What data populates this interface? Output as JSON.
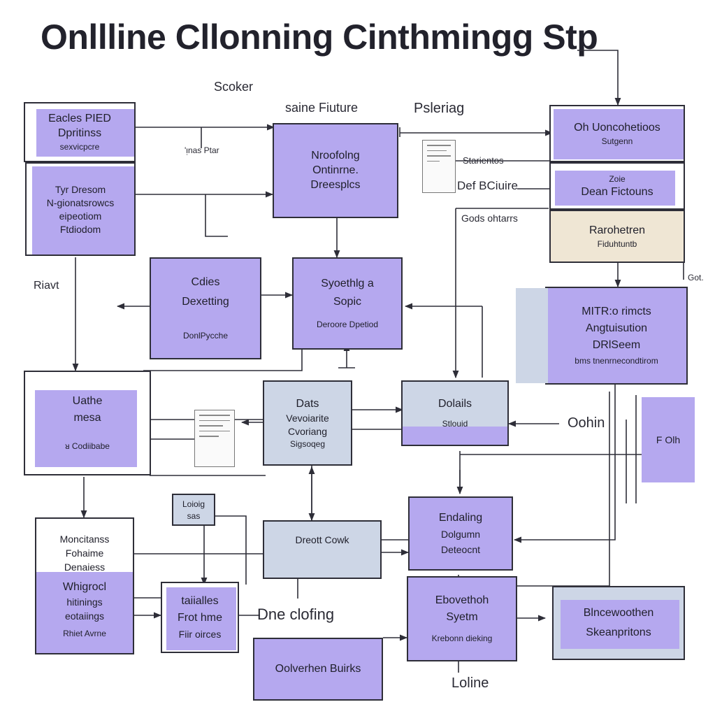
{
  "title": "Onllline Cllonning Cinthmingg Stp",
  "colors": {
    "lavender": "#b5a8ef",
    "lavender_dark": "#a898ec",
    "blue_grey": "#cdd6e6",
    "beige": "#efe6d4",
    "border": "#2e2e38"
  },
  "boxes": {
    "b1": [
      "Eacles PIED",
      "Dpritinss",
      "sexvicpcre"
    ],
    "b2": [
      "Tyr Dresom",
      "N-gionatsrowcs",
      "eipeotiom",
      "Ftdiodom"
    ],
    "b3": [
      "Nroofolng",
      "Ontinrne.",
      "Dreesplcs"
    ],
    "b4": [
      "Oh Uoncohetioos",
      "Sutgenn"
    ],
    "b5": [
      "Zoie",
      "Dean Fictouns"
    ],
    "b6": [
      "Rarohetren",
      "Fiduhtuntb"
    ],
    "b7": [
      "Cdies",
      "Dexetting",
      "DonlPycche"
    ],
    "b8": [
      "Syoethlg a",
      "Sopic",
      "Deroore Dpetiod"
    ],
    "b9": [
      "MITR:o rimcts",
      "Angtuisution",
      "DRlSeem",
      "bms tnenrnecondtirom"
    ],
    "b10": [
      "Uathe",
      "mesa",
      "ᴚ Codiibabe"
    ],
    "b11": [
      "Dats",
      "Vevoiarite",
      "Cvoriang",
      "Sigsoqeg"
    ],
    "b12": [
      "Dolails",
      "Stlouid"
    ],
    "b13": [
      "Moncitanss",
      "Fohaime",
      "Denaiess",
      "Whigrocl",
      "hitinings",
      "eotaiings",
      "Rhiet Avrne"
    ],
    "b14": [
      "Loioig",
      "sas"
    ],
    "b15": [
      "Dreott Cowk"
    ],
    "b16": [
      "Endaling",
      "Dolgumn",
      "Deteocnt"
    ],
    "b17": [
      "taiialles",
      "Frot hme",
      "Fiir oirces"
    ],
    "b18": [
      "Ebovethoh",
      "Syetm",
      "Krebonn dieking"
    ],
    "b19": [
      "Blncewoothen",
      "Skeanpritons"
    ],
    "b20": [
      "Oolverhen Buirks"
    ],
    "b21": [
      "F Olh"
    ]
  },
  "labels": {
    "l1": "Scoker",
    "l2": "saine Fiuture",
    "l3": "Psleriag",
    "l4": "'ᴉnas Ptar",
    "l5": "Starientos",
    "l6": "Def BCiuire",
    "l7": "Gods ohtarrs",
    "l8": "Riavt",
    "l9": "Got.",
    "l10": "Oohin",
    "l11": "Dne clofing",
    "l12": "Loline"
  }
}
